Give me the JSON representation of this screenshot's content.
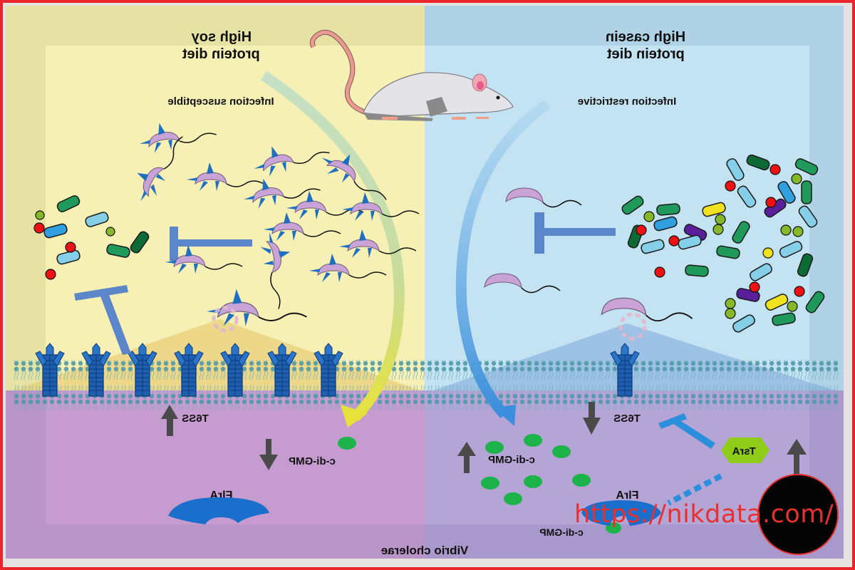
{
  "figure": {
    "left_panel": {
      "title_line1": "High soy",
      "title_line2": "protein diet",
      "status": "Infection susceptible",
      "background_color": "#f6f0b4"
    },
    "right_panel": {
      "title_line1": "High casein",
      "title_line2": "protein diet",
      "status": "Infection restrictive",
      "background_color": "#c3e2f2"
    },
    "host_cell": {
      "background_color": "#c59bd0",
      "left": {
        "t6ss_label": "T6SS",
        "t6ss_direction": "up",
        "cdigmp_label": "c-di-GMP",
        "cdigmp_direction": "down",
        "flra_label": "FlrA"
      },
      "right": {
        "t6ss_label": "T6SS",
        "t6ss_direction": "down",
        "cdigmp_label": "c-di-GMP",
        "cdigmp_direction": "up",
        "flra_label": "FlrA",
        "flra_bound_label": "c-di-GMP",
        "tsra_label": "TsrA",
        "tsra_direction": "up"
      },
      "organism_label": "Vibrio cholerae"
    },
    "text_is_mirrored": true
  },
  "watermark": {
    "text": "https://nikdata.com/",
    "color": "#e8302e"
  },
  "colors": {
    "frame_border": "#e8262b",
    "vibrio_body": "#c9a3d6",
    "t6ss_spike": "#1f6fc0",
    "inhibition_bar": "#5b86c9",
    "cdigmp_dot": "#1db34b",
    "tsra_hexagon": "#8fcc1a",
    "flra_protein": "#1a6fcc"
  }
}
